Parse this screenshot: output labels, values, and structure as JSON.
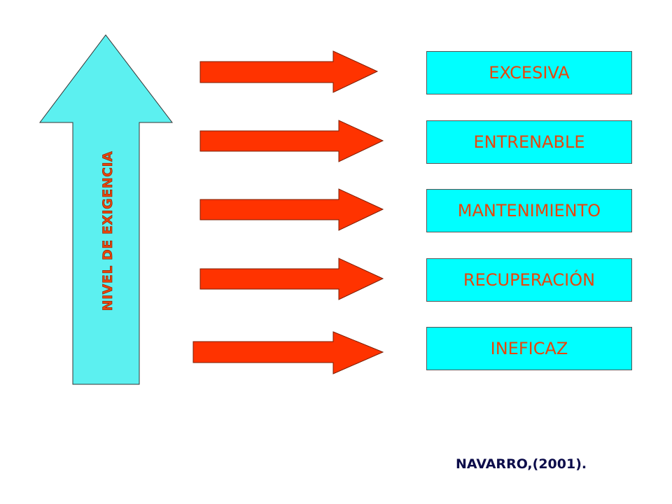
{
  "axis": {
    "label": "NIVEL DE EXIGENCIA"
  },
  "levels": [
    {
      "label": "EXCESIVA"
    },
    {
      "label": "ENTRENABLE"
    },
    {
      "label": "MANTENIMIENTO"
    },
    {
      "label": "RECUPERACIÓN"
    },
    {
      "label": "INEFICAZ"
    }
  ],
  "citation": "NAVARRO,(2001).",
  "colors": {
    "axis_arrow_fill": "#5cf0f0",
    "box_fill": "#00ffff",
    "pointer_arrow_fill": "#ff3300",
    "text_accent": "#e8450c",
    "citation_text": "#0c0c4a"
  },
  "icons": {
    "axis": "up-arrow-icon",
    "pointer": "right-arrow-icon"
  }
}
